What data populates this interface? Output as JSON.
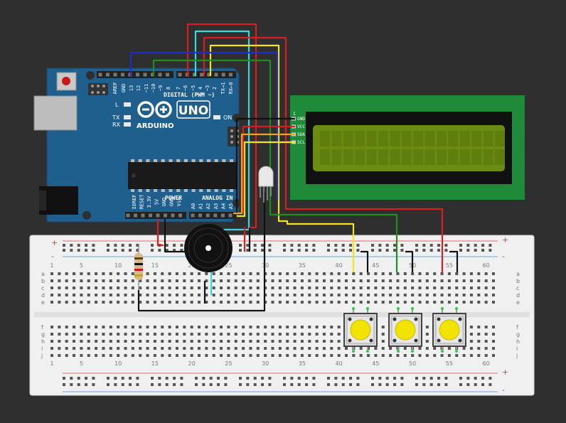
{
  "arduino": {
    "logo_text": "UNO",
    "brand": "ARDUINO",
    "header_digital": "DIGITAL (PWM ~)",
    "header_power": "POWER",
    "header_analog": "ANALOG IN",
    "led_l": "L",
    "led_tx": "TX",
    "led_rx": "RX",
    "led_on": "ON",
    "top_pins": [
      "AREF",
      "GND",
      "13",
      "12",
      "~11",
      "~10",
      "~9",
      "8",
      "7",
      "~6",
      "~5",
      "4",
      "~3",
      "2",
      "TX→1",
      "RX←0"
    ],
    "power_pins": [
      "IOREF",
      "RESET",
      "3.3V",
      "5V",
      "GND",
      "GND",
      "Vin"
    ],
    "analog_pins": [
      "A0",
      "A1",
      "A2",
      "A3",
      "A4",
      "A5"
    ]
  },
  "lcd": {
    "pin_one": "1",
    "pins": [
      "GND",
      "VCC",
      "SDA",
      "SCL"
    ]
  },
  "breadboard": {
    "col_numbers": [
      "1",
      "5",
      "10",
      "15",
      "20",
      "25",
      "30",
      "35",
      "40",
      "45",
      "50",
      "55",
      "60"
    ],
    "rows_top": [
      "a",
      "b",
      "c",
      "d",
      "e"
    ],
    "rows_bottom": [
      "f",
      "g",
      "h",
      "i",
      "j"
    ],
    "plus": "+",
    "minus": "-"
  },
  "colors": {
    "board": "#1f5f8e",
    "red_wire": "#d81e1e",
    "blue_wire": "#1d2fc9",
    "green_wire": "#1c8f1c",
    "cyan_wire": "#3ad8e0",
    "yellow_wire": "#f4e31f",
    "black_wire": "#111111",
    "lcd_green": "#1f8a3a",
    "lcd_screen": "#6a8c10",
    "button_cap": "#f2e200"
  }
}
